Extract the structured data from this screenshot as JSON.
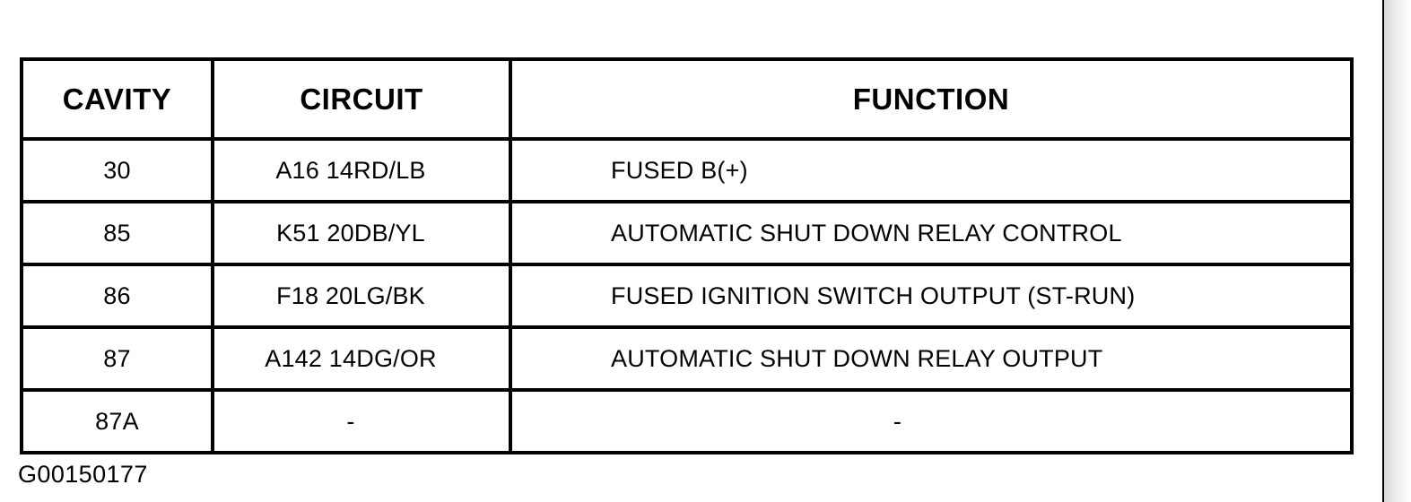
{
  "figure": {
    "id_label": "G00150177"
  },
  "table": {
    "name": "relay-cavity-circuit-function-table",
    "columns": [
      {
        "key": "cavity",
        "label": "CAVITY"
      },
      {
        "key": "circuit",
        "label": "CIRCUIT"
      },
      {
        "key": "function",
        "label": "FUNCTION"
      }
    ],
    "rows": [
      {
        "cavity": "30",
        "circuit": "A16 14RD/LB",
        "function": "FUSED B(+)"
      },
      {
        "cavity": "85",
        "circuit": "K51 20DB/YL",
        "function": "AUTOMATIC SHUT DOWN RELAY CONTROL"
      },
      {
        "cavity": "86",
        "circuit": "F18 20LG/BK",
        "function": "FUSED IGNITION SWITCH OUTPUT (ST-RUN)"
      },
      {
        "cavity": "87",
        "circuit": "A142 14DG/OR",
        "function": "AUTOMATIC SHUT DOWN RELAY OUTPUT"
      },
      {
        "cavity": "87A",
        "circuit": "-",
        "function": "-"
      }
    ]
  },
  "colors": {
    "ink": "#000000",
    "paper": "#ffffff",
    "page_edge_shadow": "#d8d8d8"
  }
}
